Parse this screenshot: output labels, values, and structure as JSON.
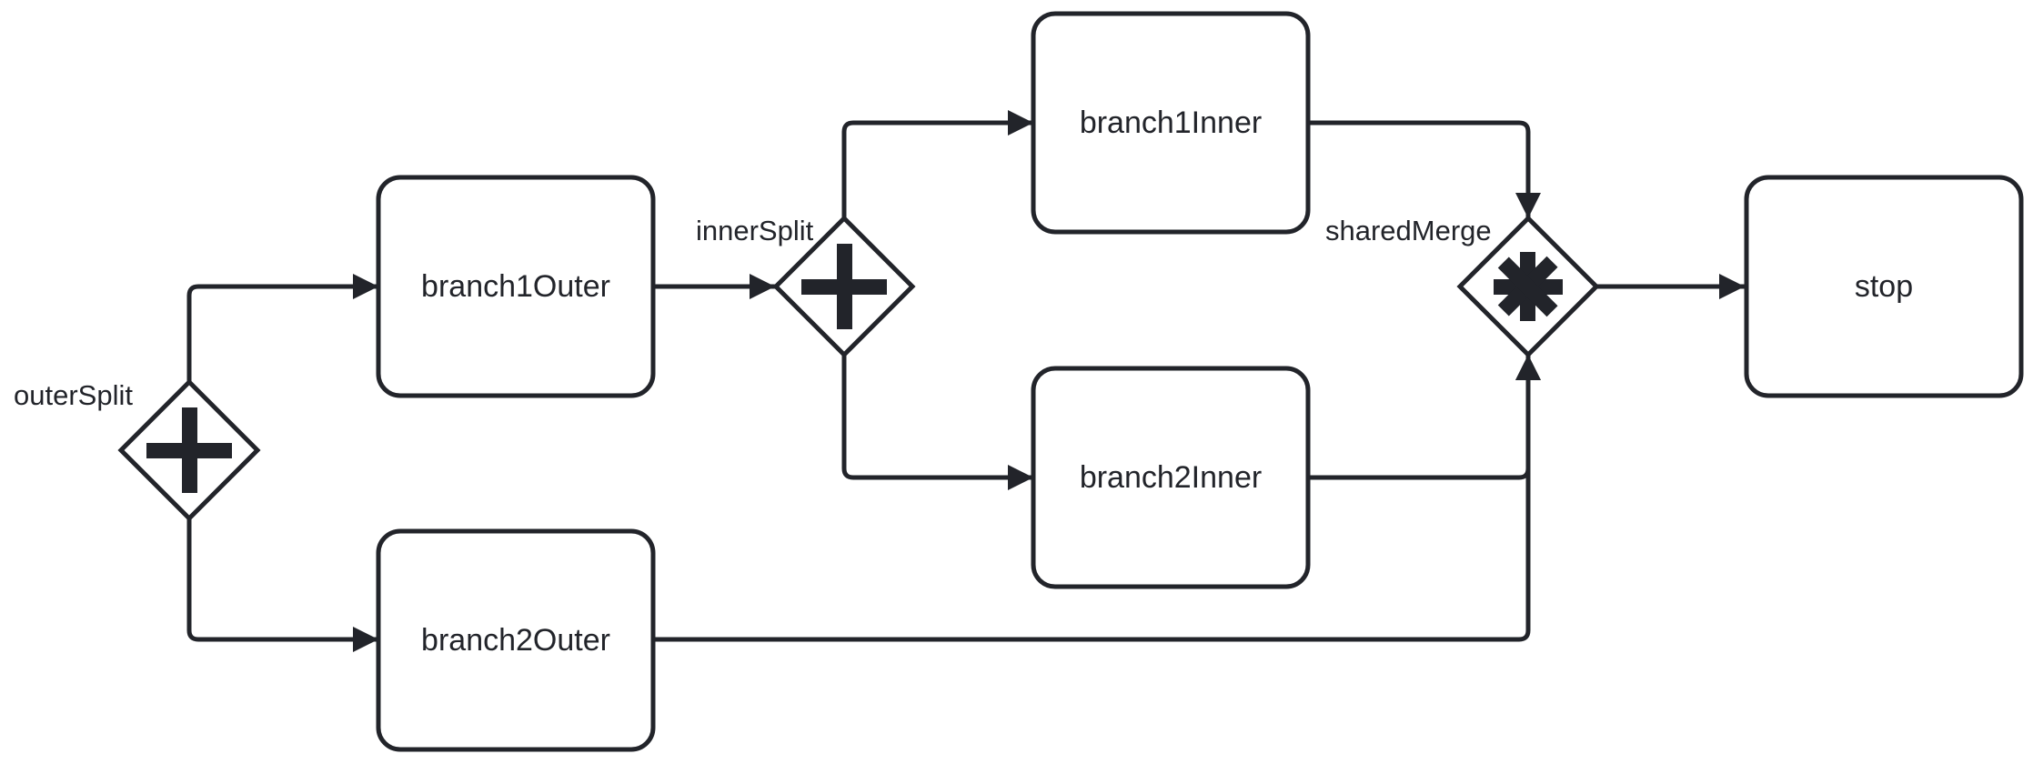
{
  "diagram": {
    "gateways": {
      "outer_split": {
        "label": "outerSplit",
        "type": "parallel"
      },
      "inner_split": {
        "label": "innerSplit",
        "type": "parallel"
      },
      "shared_merge": {
        "label": "sharedMerge",
        "type": "complex"
      }
    },
    "tasks": {
      "branch1_outer": "branch1Outer",
      "branch2_outer": "branch2Outer",
      "branch1_inner": "branch1Inner",
      "branch2_inner": "branch2Inner",
      "stop": "stop"
    },
    "flows": [
      {
        "from": "outerSplit",
        "to": "branch1Outer"
      },
      {
        "from": "outerSplit",
        "to": "branch2Outer"
      },
      {
        "from": "branch1Outer",
        "to": "innerSplit"
      },
      {
        "from": "innerSplit",
        "to": "branch1Inner"
      },
      {
        "from": "innerSplit",
        "to": "branch2Inner"
      },
      {
        "from": "branch1Inner",
        "to": "sharedMerge"
      },
      {
        "from": "branch2Inner",
        "to": "sharedMerge"
      },
      {
        "from": "branch2Outer",
        "to": "sharedMerge"
      },
      {
        "from": "sharedMerge",
        "to": "stop"
      }
    ]
  }
}
